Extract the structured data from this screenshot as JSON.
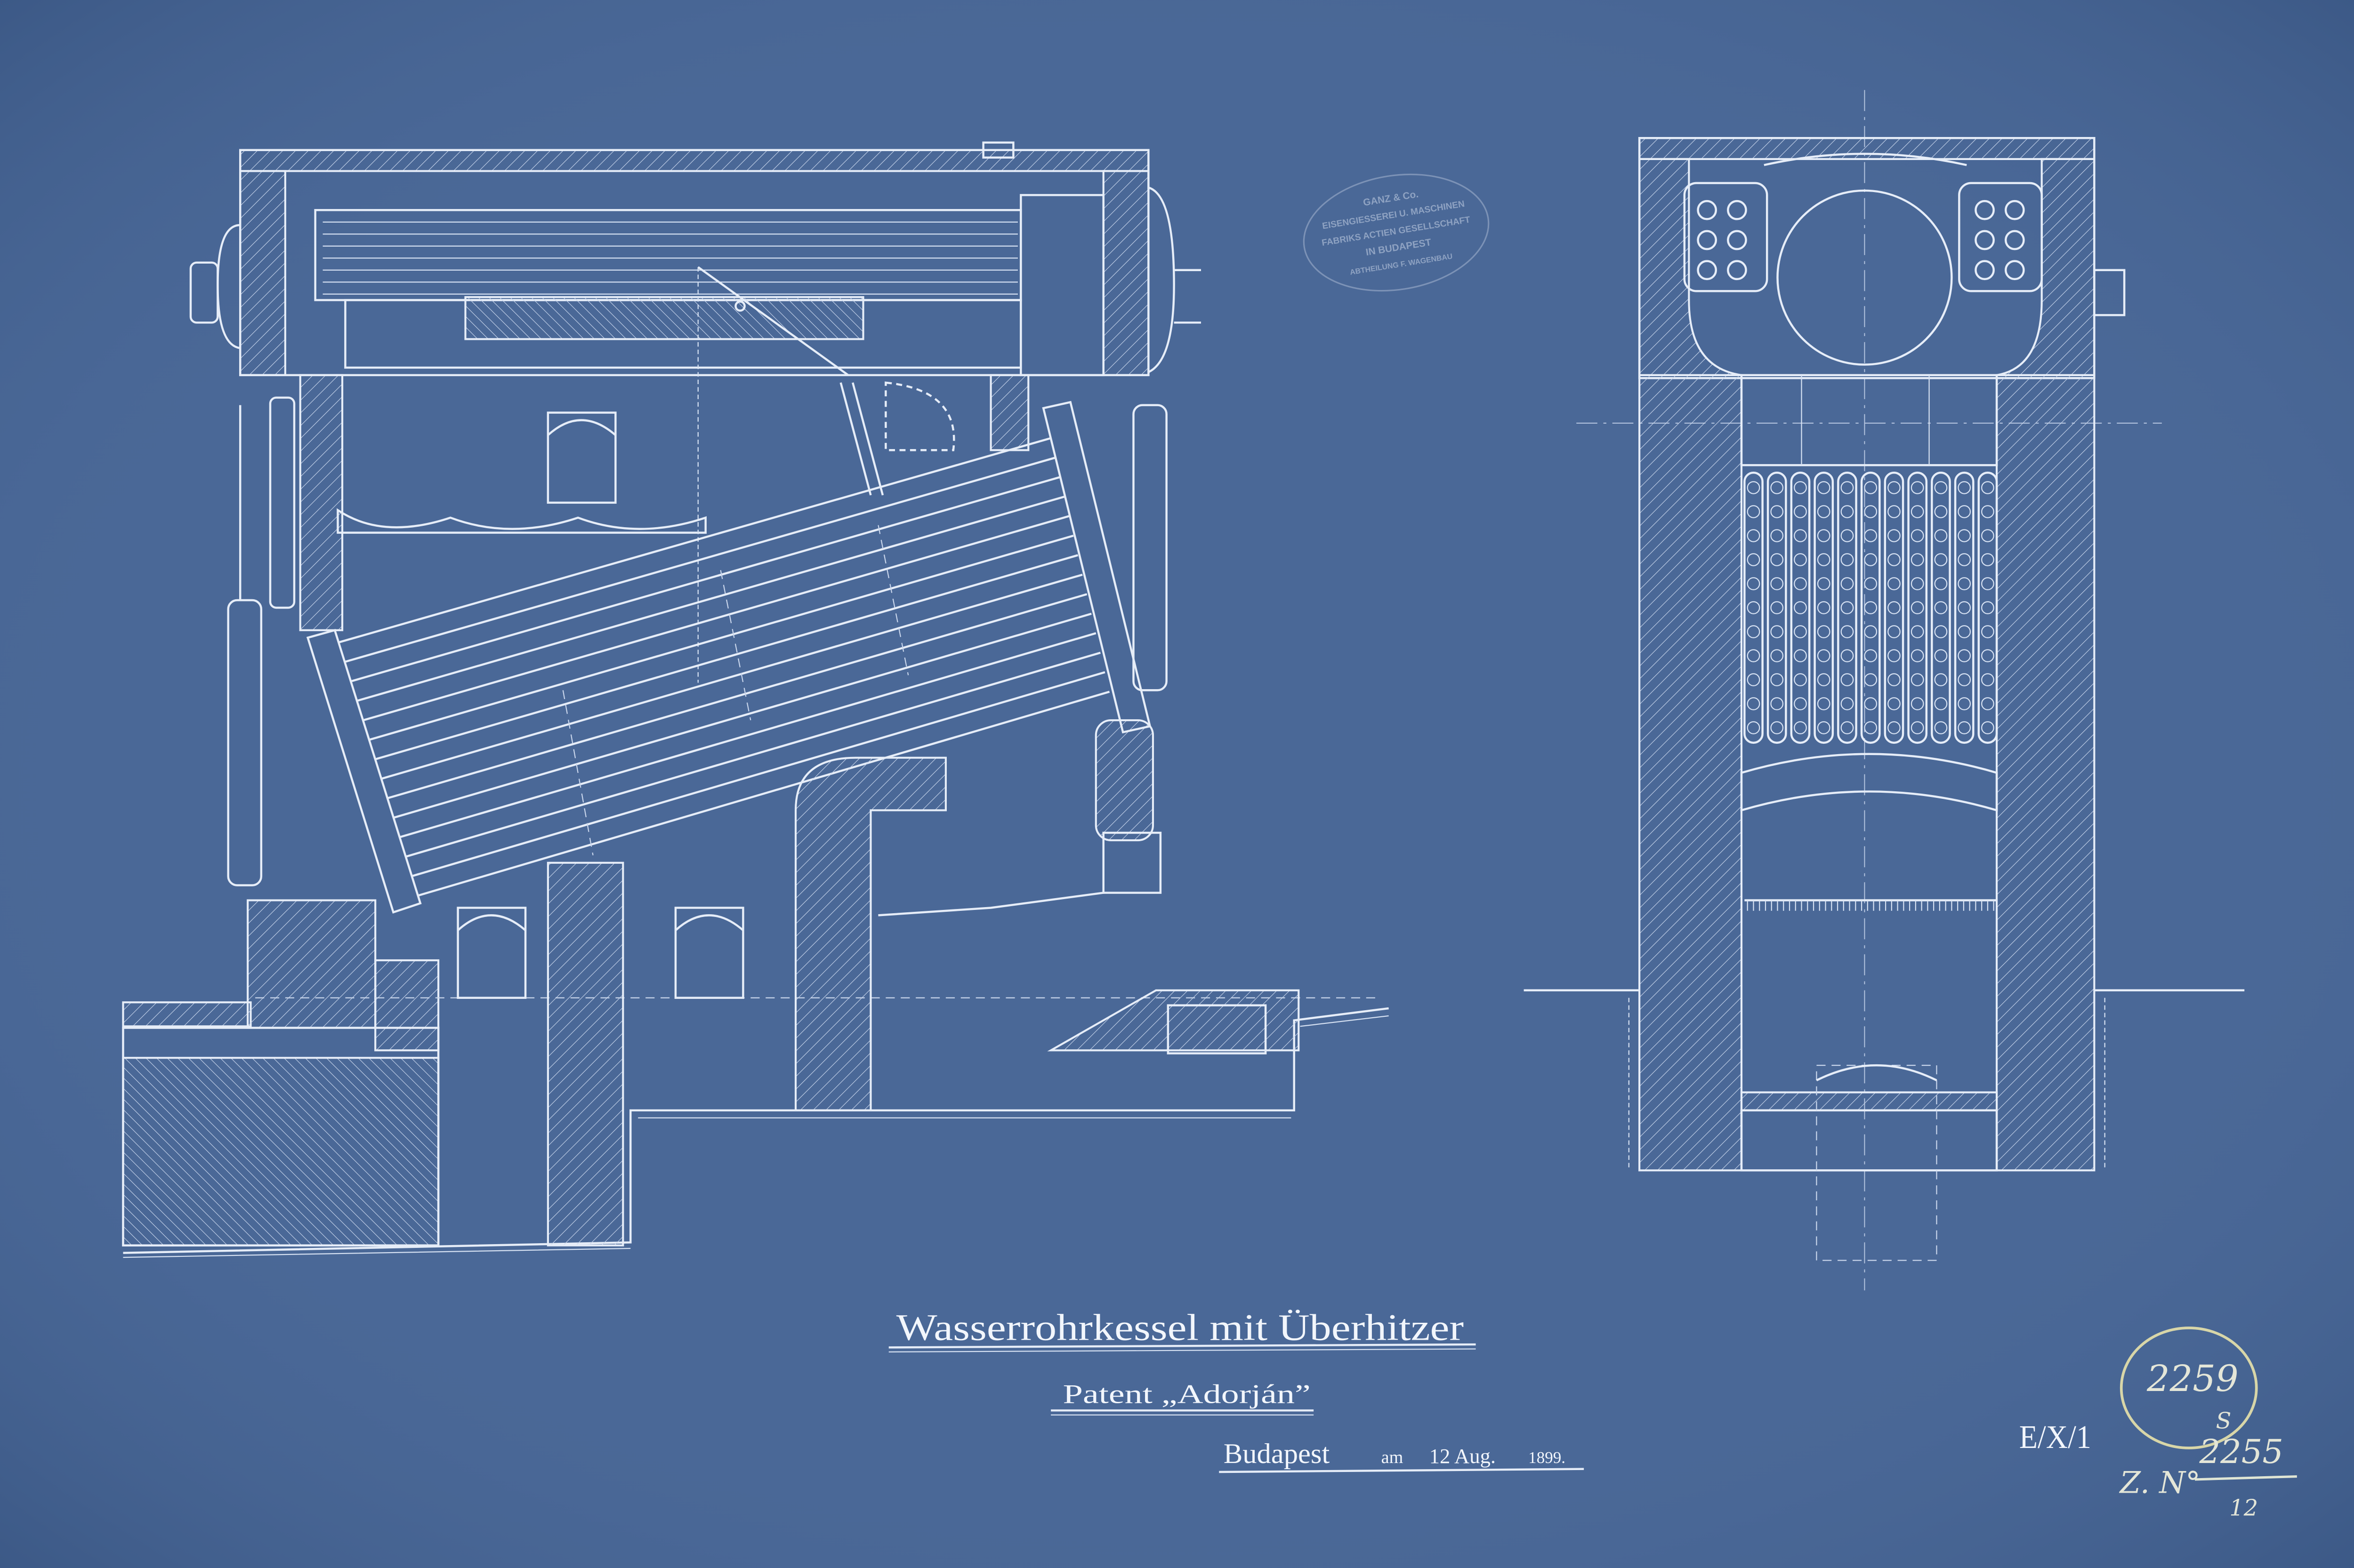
{
  "title": "Wasserrohrkessel mit Überhitzer",
  "subtitle": "Patent „Adorján”",
  "place_date": {
    "place": "Budapest",
    "am": "am",
    "date": "12 Aug.",
    "year": "1899."
  },
  "maker_stamp": {
    "lines": [
      "GANZ & Co.",
      "EISENGIESSEREI U. MASCHINEN",
      "FABRIKS ACTIEN GESELLSCHAFT",
      "IN BUDAPEST",
      "ABTHEILUNG F. WAGENBAU"
    ]
  },
  "archive_stamp": {
    "number": "2259",
    "suffix": "S",
    "color": "#d8d6a8"
  },
  "reference": {
    "series": "E/X/1",
    "z_no_label": "Z. N°",
    "number": "2255",
    "sub": "12"
  },
  "colors": {
    "paper": "#4a6897",
    "lines": "#e6edf8"
  }
}
